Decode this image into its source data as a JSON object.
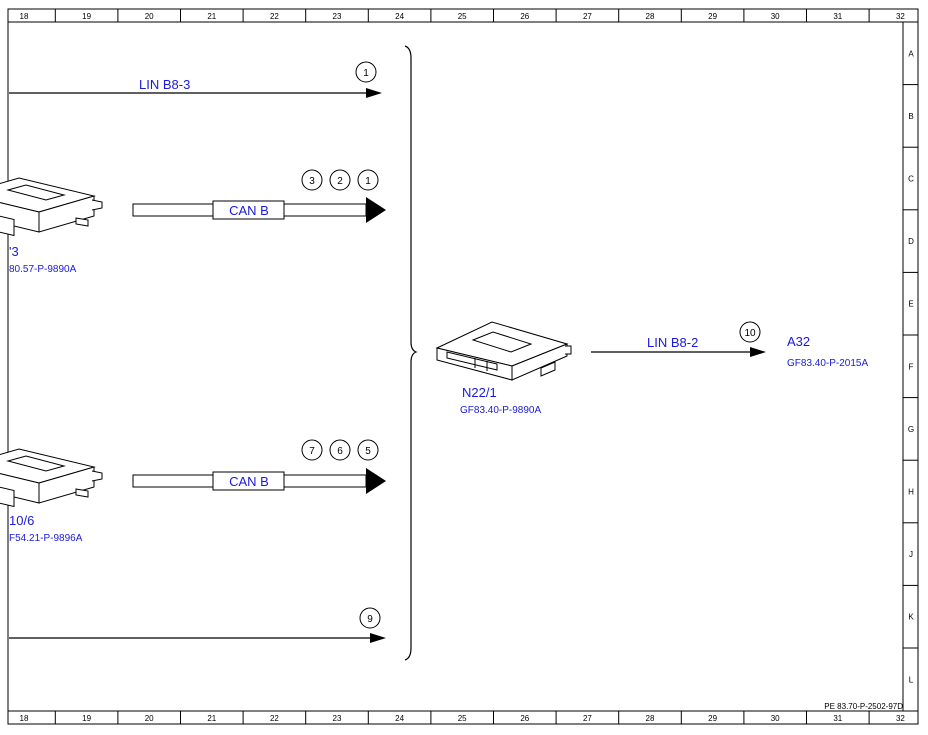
{
  "grid": {
    "columns": [
      "18",
      "19",
      "20",
      "21",
      "22",
      "23",
      "24",
      "25",
      "26",
      "27",
      "28",
      "29",
      "30",
      "31",
      "32"
    ],
    "rows": [
      "A",
      "B",
      "C",
      "D",
      "E",
      "F",
      "G",
      "H",
      "J",
      "K",
      "L"
    ]
  },
  "signals": {
    "lin_top": {
      "label": "LIN B8-3",
      "markers": [
        "1"
      ]
    },
    "can_top": {
      "label": "CAN B",
      "markers": [
        "3",
        "2",
        "1"
      ]
    },
    "can_bottom": {
      "label": "CAN B",
      "markers": [
        "7",
        "6",
        "5"
      ]
    },
    "bottom_line": {
      "markers": [
        "9"
      ]
    },
    "lin_right": {
      "label": "LIN B8-2",
      "markers": [
        "10"
      ]
    }
  },
  "modules": {
    "left_top": {
      "name": "'3",
      "ref": "80.57-P-9890A"
    },
    "left_bottom": {
      "name": "10/6",
      "ref": "F54.21-P-9896A"
    },
    "center": {
      "name": "N22/1",
      "ref": "GF83.40-P-9890A"
    },
    "right": {
      "name": "A32",
      "ref": "GF83.40-P-2015A"
    }
  },
  "footer_ref": "PE 83.70-P-2502-97D"
}
